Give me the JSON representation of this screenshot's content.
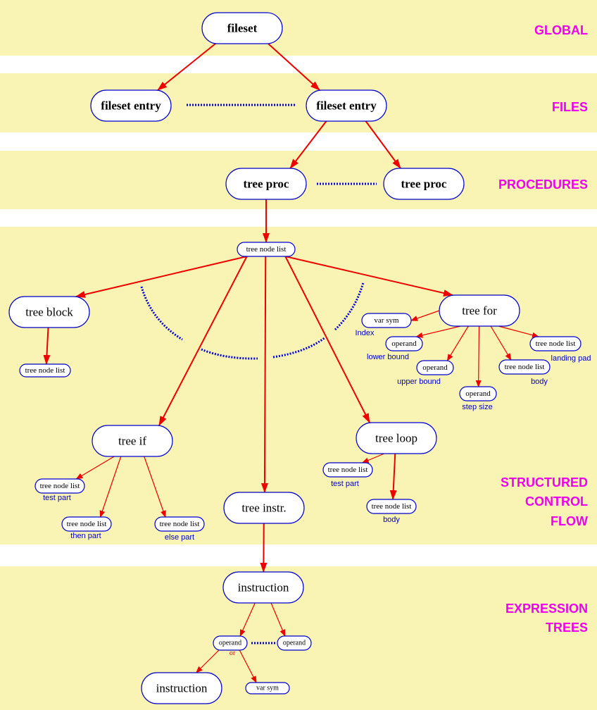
{
  "colors": {
    "band_fill": "#f8f2a4",
    "node_border": "#0000cc",
    "edge": "#ee0000",
    "dotted": "#0000dd",
    "band_label": "#ee00ee",
    "role_label": "#0000cc"
  },
  "bands": [
    {
      "id": "global",
      "lines": [
        "GLOBAL"
      ]
    },
    {
      "id": "files",
      "lines": [
        "FILES"
      ]
    },
    {
      "id": "procedures",
      "lines": [
        "PROCEDURES"
      ]
    },
    {
      "id": "structured",
      "lines": [
        "STRUCTURED",
        "CONTROL",
        "FLOW"
      ]
    },
    {
      "id": "expression",
      "lines": [
        "EXPRESSION",
        "TREES"
      ]
    }
  ],
  "nodes": {
    "fileset": "fileset",
    "fileset_entry_1": "fileset entry",
    "fileset_entry_2": "fileset entry",
    "tree_proc_1": "tree proc",
    "tree_proc_2": "tree proc",
    "tree_node_list_main": "tree node list",
    "tree_block": "tree block",
    "tree_block_list": "tree node list",
    "tree_for": "tree for",
    "for_var_sym": "var sym",
    "for_lower": "operand",
    "for_upper": "operand",
    "for_step": "operand",
    "for_body": "tree node list",
    "for_landing": "tree node list",
    "tree_if": "tree if",
    "if_test": "tree node list",
    "if_then": "tree node list",
    "if_else": "tree node list",
    "tree_instr": "tree instr.",
    "tree_loop": "tree loop",
    "loop_test": "tree node list",
    "loop_body": "tree node list",
    "instruction": "instruction",
    "operand_1": "operand",
    "operand_2": "operand",
    "instruction_2": "instruction",
    "expr_var_sym": "var sym"
  },
  "role_labels": {
    "for_var_sym": "Index",
    "for_lower": "lower bound",
    "for_upper": "upper bound",
    "for_step": "step size",
    "for_body": "body",
    "for_landing": "landing pad",
    "if_test": "test part",
    "if_then": "then part",
    "if_else": "else part",
    "loop_test": "test part",
    "loop_body": "body"
  },
  "annotations": {
    "or": "or"
  },
  "edges": [
    [
      "fileset",
      "fileset_entry_1"
    ],
    [
      "fileset",
      "fileset_entry_2"
    ],
    [
      "fileset_entry_2",
      "tree_proc_1"
    ],
    [
      "fileset_entry_2",
      "tree_proc_2"
    ],
    [
      "tree_proc_1",
      "tree_node_list_main"
    ],
    [
      "tree_node_list_main",
      "tree_block"
    ],
    [
      "tree_node_list_main",
      "tree_if"
    ],
    [
      "tree_node_list_main",
      "tree_instr"
    ],
    [
      "tree_node_list_main",
      "tree_loop"
    ],
    [
      "tree_node_list_main",
      "tree_for"
    ],
    [
      "tree_block",
      "tree_block_list"
    ],
    [
      "tree_for",
      "for_var_sym"
    ],
    [
      "tree_for",
      "for_lower"
    ],
    [
      "tree_for",
      "for_upper"
    ],
    [
      "tree_for",
      "for_step"
    ],
    [
      "tree_for",
      "for_body"
    ],
    [
      "tree_for",
      "for_landing"
    ],
    [
      "tree_if",
      "if_test"
    ],
    [
      "tree_if",
      "if_then"
    ],
    [
      "tree_if",
      "if_else"
    ],
    [
      "tree_loop",
      "loop_test"
    ],
    [
      "tree_loop",
      "loop_body"
    ],
    [
      "tree_instr",
      "instruction"
    ],
    [
      "instruction",
      "operand_1"
    ],
    [
      "instruction",
      "operand_2"
    ],
    [
      "operand_1",
      "instruction_2"
    ],
    [
      "operand_1",
      "expr_var_sym"
    ]
  ]
}
